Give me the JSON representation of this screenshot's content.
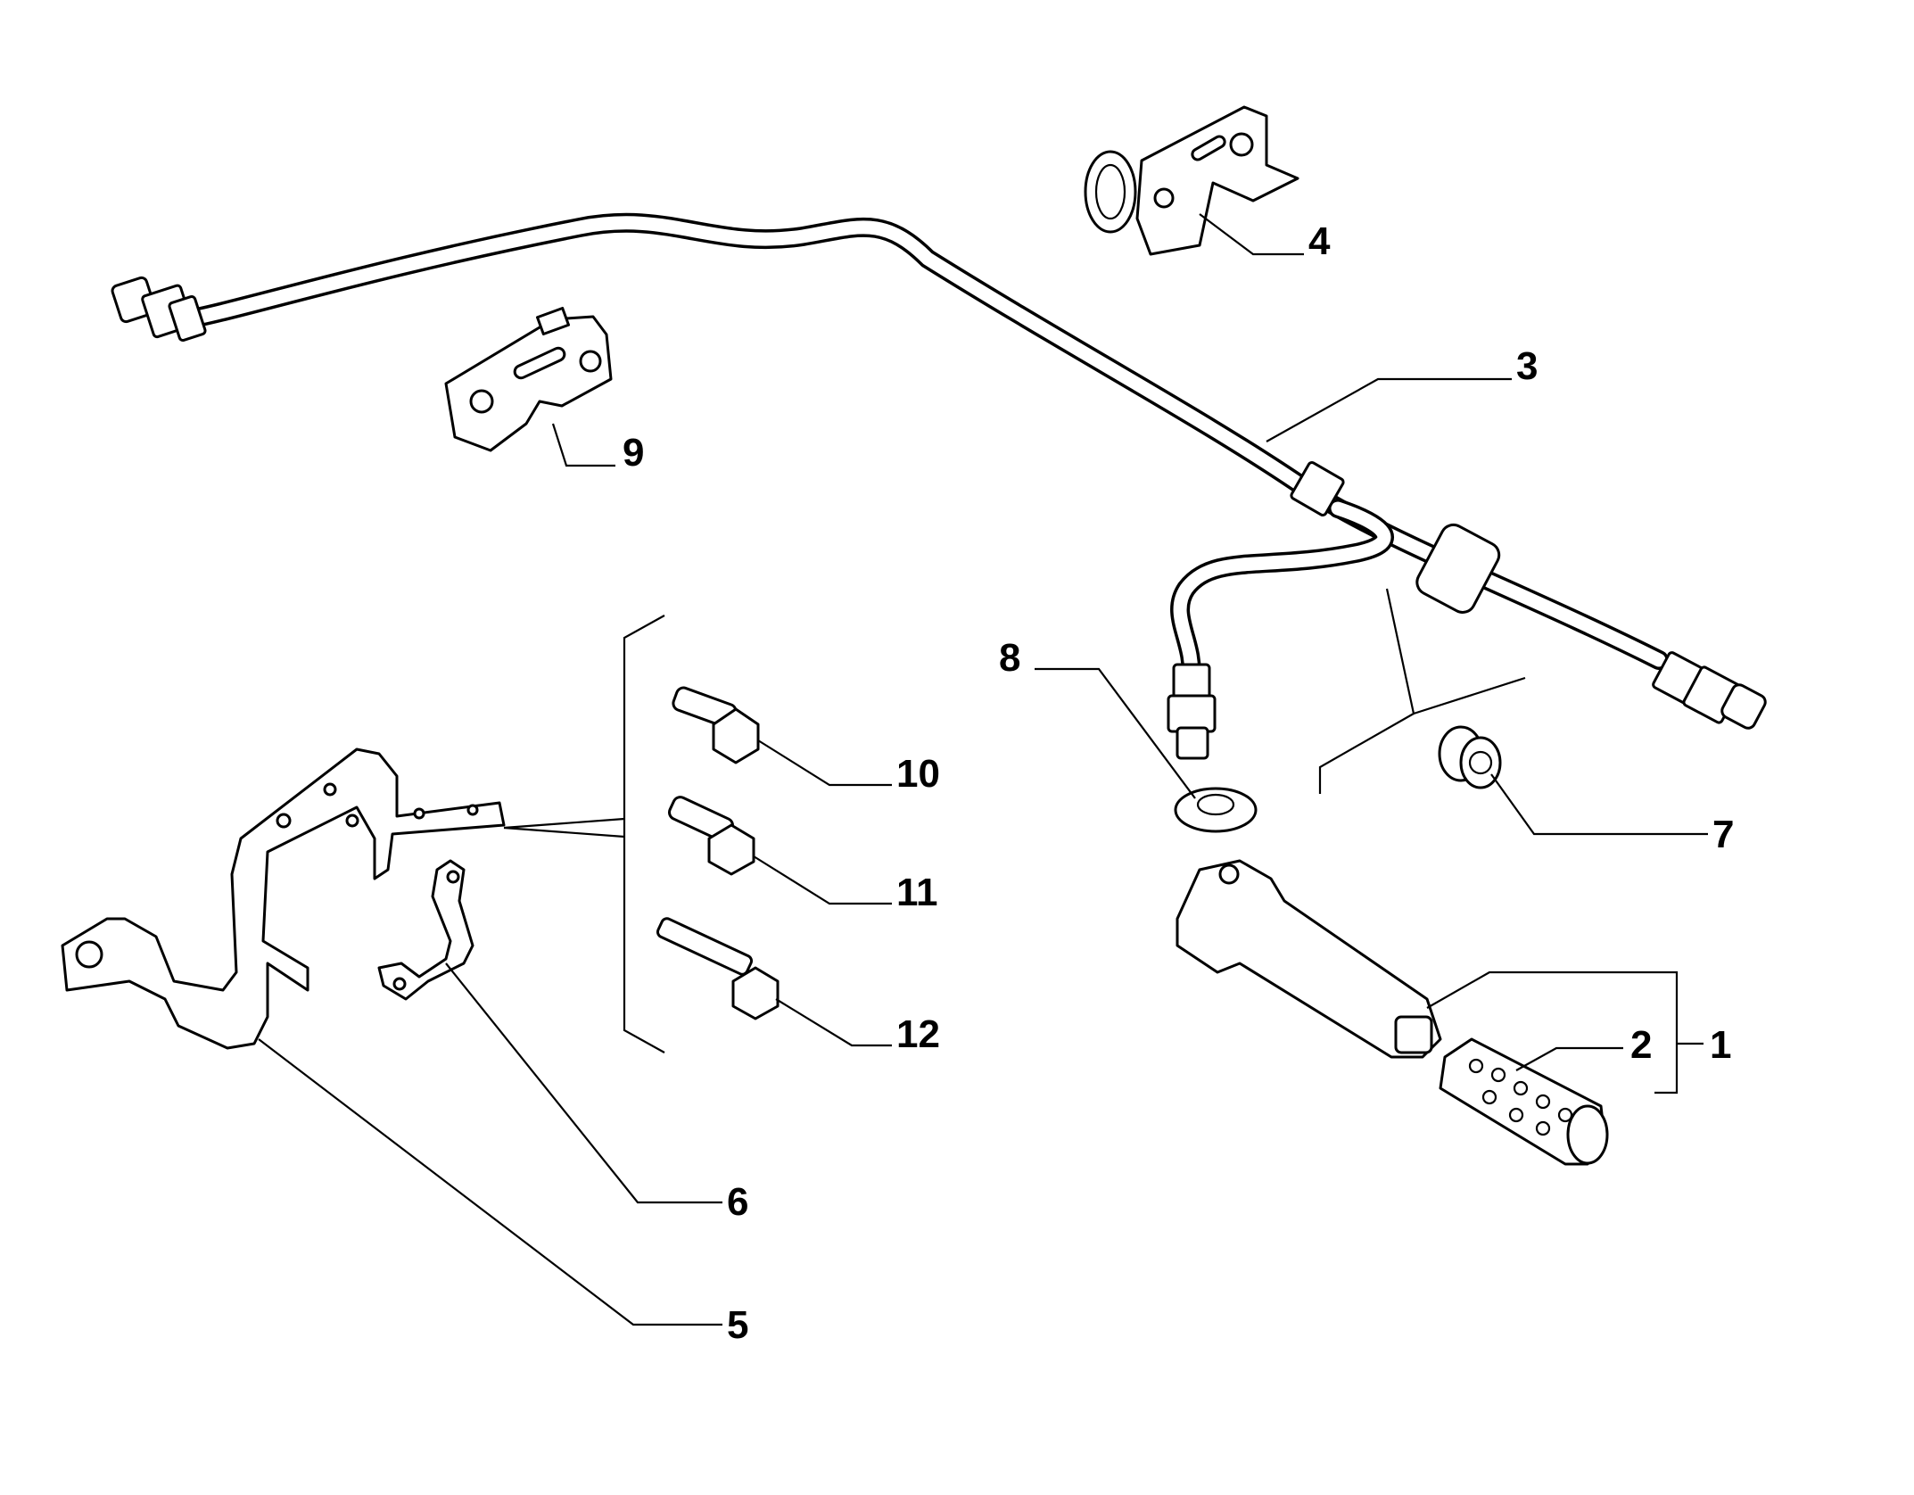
{
  "diagram": {
    "callouts": [
      {
        "id": "1",
        "label": "1"
      },
      {
        "id": "2",
        "label": "2"
      },
      {
        "id": "3",
        "label": "3"
      },
      {
        "id": "4",
        "label": "4"
      },
      {
        "id": "5",
        "label": "5"
      },
      {
        "id": "6",
        "label": "6"
      },
      {
        "id": "7",
        "label": "7"
      },
      {
        "id": "8",
        "label": "8"
      },
      {
        "id": "9",
        "label": "9"
      },
      {
        "id": "10",
        "label": "10"
      },
      {
        "id": "11",
        "label": "11"
      },
      {
        "id": "12",
        "label": "12"
      }
    ],
    "colors": {
      "line": "#000000",
      "background": "#ffffff"
    }
  }
}
